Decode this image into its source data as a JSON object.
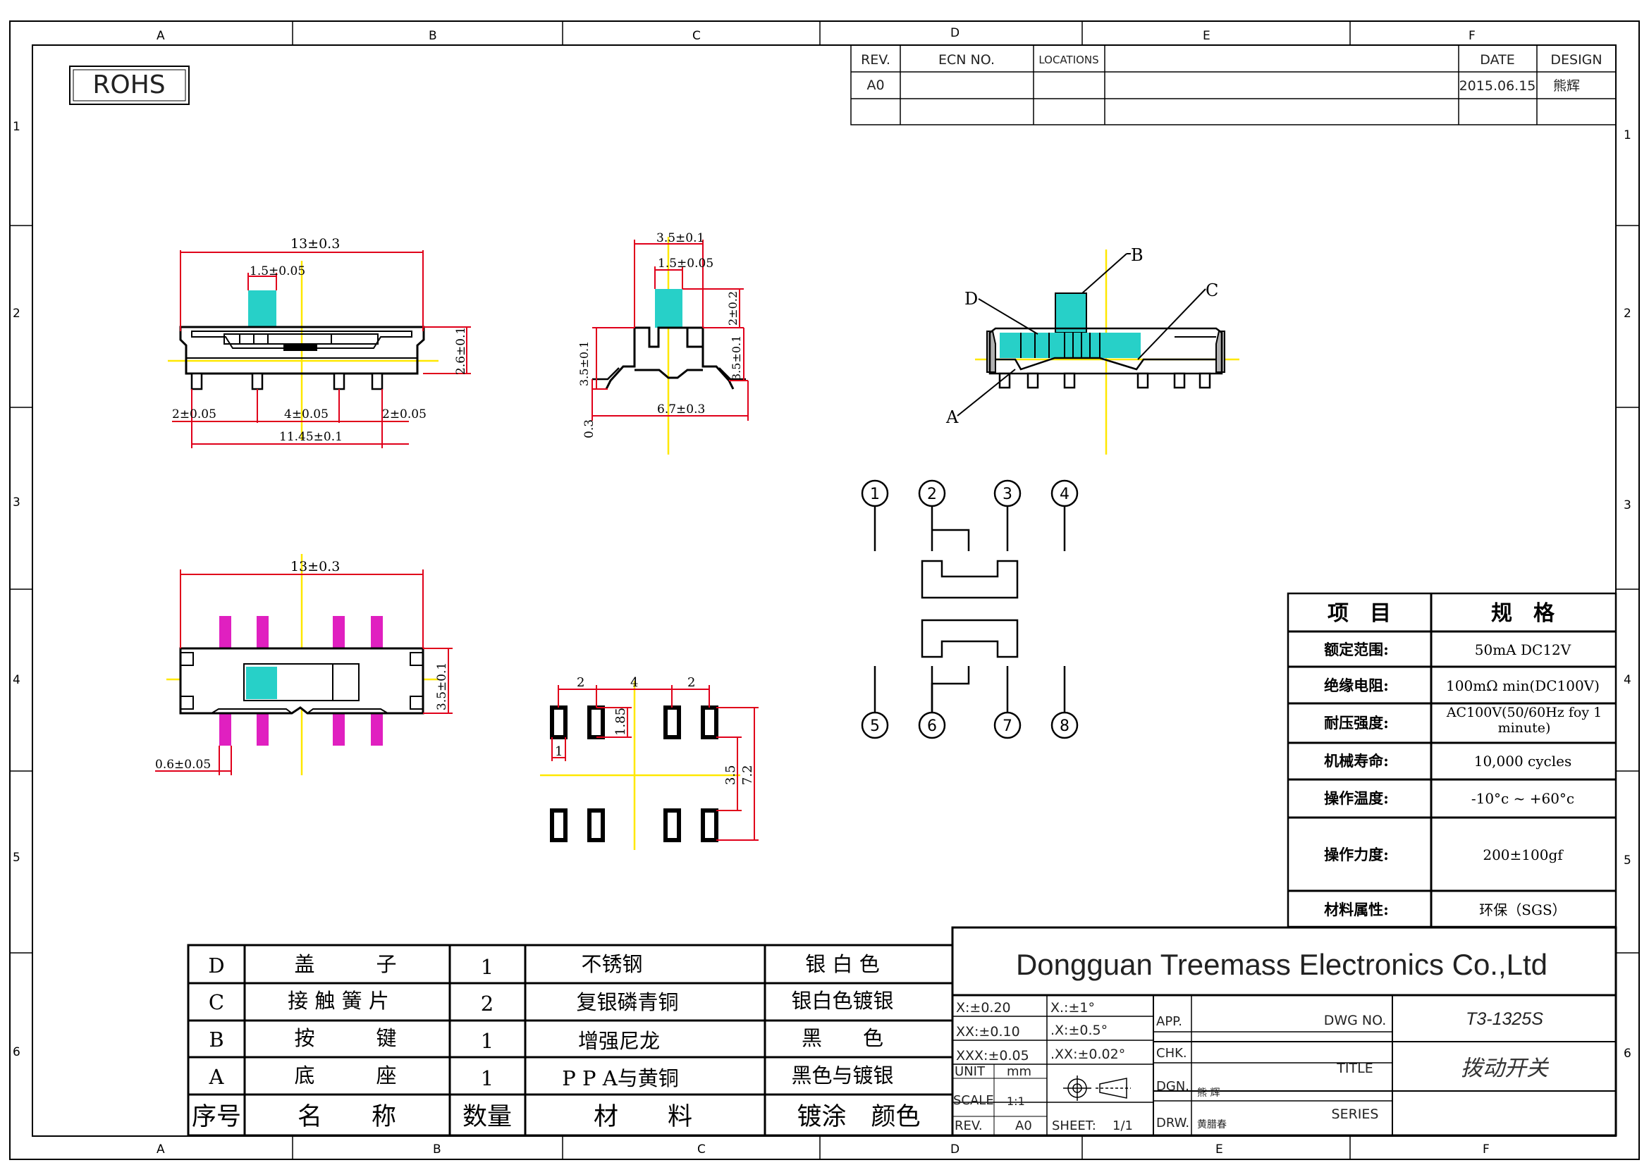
{
  "page": {
    "rohs_label": "ROHS"
  },
  "zones": {
    "columns": [
      "A",
      "B",
      "C",
      "D",
      "E",
      "F"
    ],
    "rows": [
      "1",
      "2",
      "3",
      "4",
      "5",
      "6"
    ]
  },
  "revision_table": {
    "headers": [
      "REV.",
      "ECN NO.",
      "LOCATIONS",
      "",
      "DATE",
      "DESIGN"
    ],
    "row": [
      "A0",
      "",
      "",
      "",
      "2015.06.15",
      "熊辉"
    ]
  },
  "dimensions": {
    "front_width": "13±0.3",
    "front_button": "1.5±0.05",
    "front_height": "2.6±0.1",
    "front_left_pitch": "2±0.05",
    "front_mid_pitch": "4±0.05",
    "front_right_pitch": "2±0.05",
    "front_pin_span": "11.45±0.1",
    "side_top": "3.5±0.1",
    "side_button": "1.5±0.05",
    "side_button_height": "2±0.2",
    "side_body_height": "3.5±0.1",
    "side_left_height": "3.5±0.1",
    "side_base": "6.7±0.3",
    "side_tab": "0.3",
    "top_width": "13±0.3",
    "top_depth": "3.5±0.1",
    "top_pin": "0.6±0.05",
    "pad_pitch_left": "2",
    "pad_pitch_mid": "4",
    "pad_pitch_right": "2",
    "pad_height": "1.85",
    "pad_width": "1",
    "pad_inner": "3.5",
    "pad_outer": "7.2"
  },
  "callouts": [
    "A",
    "B",
    "C",
    "D"
  ],
  "pins": [
    "1",
    "2",
    "3",
    "4",
    "5",
    "6",
    "7",
    "8"
  ],
  "spec_table": {
    "header": [
      "项　目",
      "规　格"
    ],
    "rows": [
      {
        "item": "额定范围:",
        "value": "50mA DC12V"
      },
      {
        "item": "绝缘电阻:",
        "value": "100mΩ min(DC100V)"
      },
      {
        "item": "耐压强度:",
        "value": "AC100V(50/60Hz foy 1 minute)"
      },
      {
        "item": "机械寿命:",
        "value": "10,000 cycles"
      },
      {
        "item": "操作温度:",
        "value": "-10°c ~ +60°c"
      },
      {
        "item": "操作力度:",
        "value": "200±100gf"
      },
      {
        "item": "材料属性:",
        "value": "环保（SGS）"
      }
    ]
  },
  "bom": {
    "rows": [
      {
        "code": "D",
        "name": "盖　　　子",
        "qty": "1",
        "material": "不锈钢",
        "finish": "银 白 色"
      },
      {
        "code": "C",
        "name": "接 触 簧 片",
        "qty": "2",
        "material": "复银磷青铜",
        "finish": "银白色镀银"
      },
      {
        "code": "B",
        "name": "按　　　键",
        "qty": "1",
        "material": "增强尼龙",
        "finish": "黑　　色"
      },
      {
        "code": "A",
        "name": "底　　　座",
        "qty": "1",
        "material": "P P A与黄铜",
        "finish": "黑色与镀银"
      }
    ],
    "header": {
      "code": "序号",
      "name": "名　　称",
      "qty": "数量",
      "material": "材　　料",
      "finish": "镀涂　颜色"
    }
  },
  "title_block": {
    "company": "Dongguan Treemass Electronics Co.,Ltd",
    "tolerances": [
      [
        "X:±0.20",
        "X.:±1°"
      ],
      [
        "XX:±0.10",
        ".X:±0.5°"
      ],
      [
        "XXX:±0.05",
        ".XX:±0.02°"
      ]
    ],
    "unit_label": "UNIT",
    "unit_value": "mm",
    "scale_label": "SCALE",
    "scale_value": "1:1",
    "rev_label": "REV.",
    "rev_value": "A0",
    "sheet_label": "SHEET:",
    "sheet_value": "1/1",
    "app_label": "APP.",
    "app_value": "",
    "chk_label": "CHK.",
    "chk_value": "",
    "dgn_label": "DGN.",
    "dgn_value": "熊 辉",
    "drw_label": "DRW.",
    "drw_value": "黄腊春",
    "dwg_label": "DWG NO.",
    "dwg_value": "T3-1325S",
    "title_label": "TITLE",
    "title_value": "拨动开关",
    "series_label": "SERIES",
    "series_value": ""
  },
  "colors": {
    "dimension": "#e0001a",
    "centerline": "#ffe800",
    "button": "#27d0c8",
    "pin": "#e020c0"
  }
}
